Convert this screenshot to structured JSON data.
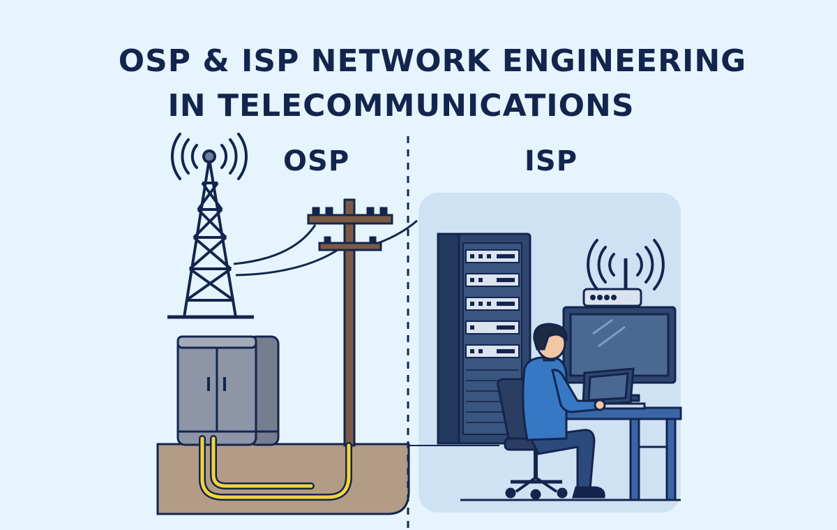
{
  "title": {
    "line1": "OSP & ISP NETWORK ENGINEERING",
    "line2": "IN TELECOMMUNICATIONS"
  },
  "sections": {
    "osp": {
      "label": "OSP"
    },
    "isp": {
      "label": "ISP"
    }
  },
  "colors": {
    "background": "#e6f5fd",
    "navy": "#13254d",
    "isp_panel": "#cfe2f4",
    "ground": "#b39b86",
    "fiber": "#f4d43a",
    "pole": "#7b5a44",
    "cabinet": "#8d95a6",
    "rack": "#2f466e",
    "shirt": "#3778c4"
  },
  "icons": [
    "cell-tower-icon",
    "signal-waves-icon",
    "utility-pole-icon",
    "street-cabinet-icon",
    "underground-fiber-icon",
    "server-rack-icon",
    "wifi-router-icon",
    "monitor-icon",
    "laptop-icon",
    "engineer-icon",
    "office-chair-icon",
    "desk-icon"
  ]
}
